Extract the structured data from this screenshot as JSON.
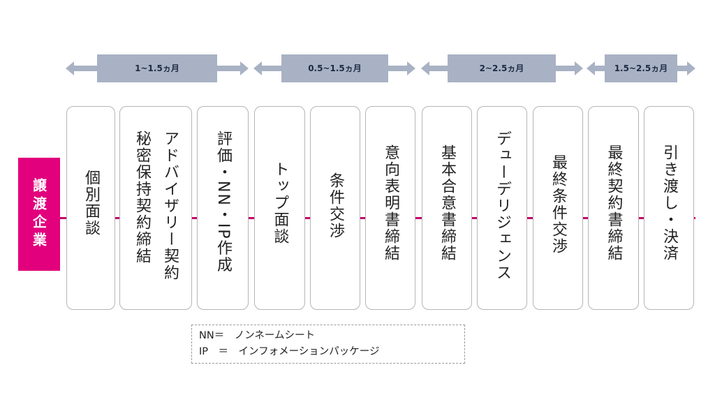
{
  "party_label": "譲渡企業",
  "spans": [
    {
      "label": "1~1.5ヵ月"
    },
    {
      "label": "0.5~1.5ヵ月"
    },
    {
      "label": "2~2.5ヵ月"
    },
    {
      "label": "1.5~2.5ヵ月"
    }
  ],
  "steps": [
    {
      "label": "個別面談"
    },
    {
      "label": "アドバイザリー契約\n秘密保持契約締結"
    },
    {
      "label": "評価・NN・IP作成"
    },
    {
      "label": "トップ面談"
    },
    {
      "label": "条件交渉"
    },
    {
      "label": "意向表明書締結"
    },
    {
      "label": "基本合意書締結"
    },
    {
      "label": "デューデリジェンス"
    },
    {
      "label": "最終条件交渉"
    },
    {
      "label": "最終契約書締結"
    },
    {
      "label": "引き渡し・決済"
    }
  ],
  "legend": {
    "rows": [
      {
        "text": "NN＝　ノンネームシート"
      },
      {
        "text": "IP　＝　インフォメーションパッケージ"
      }
    ]
  },
  "colors": {
    "accent": "#e2007d",
    "arrow": "#a8b2c4",
    "connector": "#c4006c"
  }
}
